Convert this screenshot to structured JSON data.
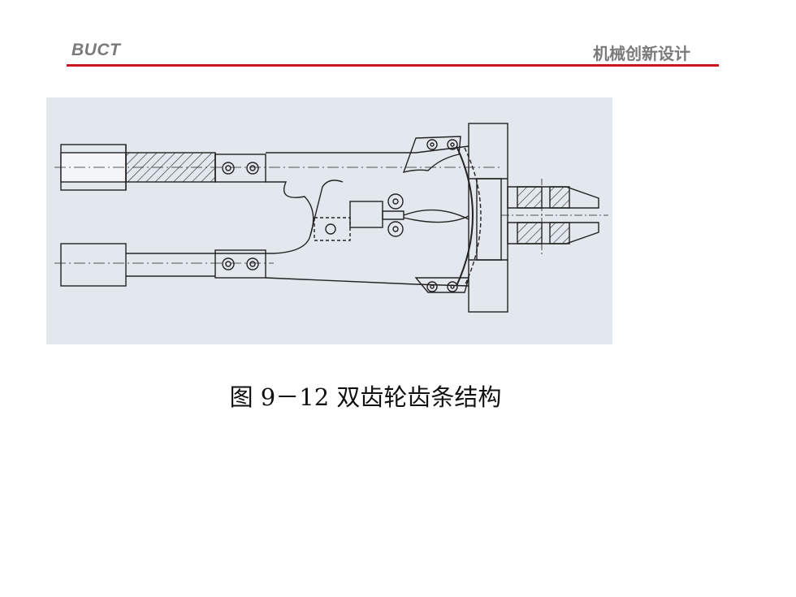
{
  "header": {
    "org": "BUCT",
    "course": "机械创新设计"
  },
  "colors": {
    "rule": "#c8171e",
    "header_text": "#7a7a7a",
    "figure_bg": "#e3e8ee"
  },
  "figure": {
    "icon": "mechanical-drawing",
    "caption": "图 9－12 双齿轮齿条结构"
  }
}
